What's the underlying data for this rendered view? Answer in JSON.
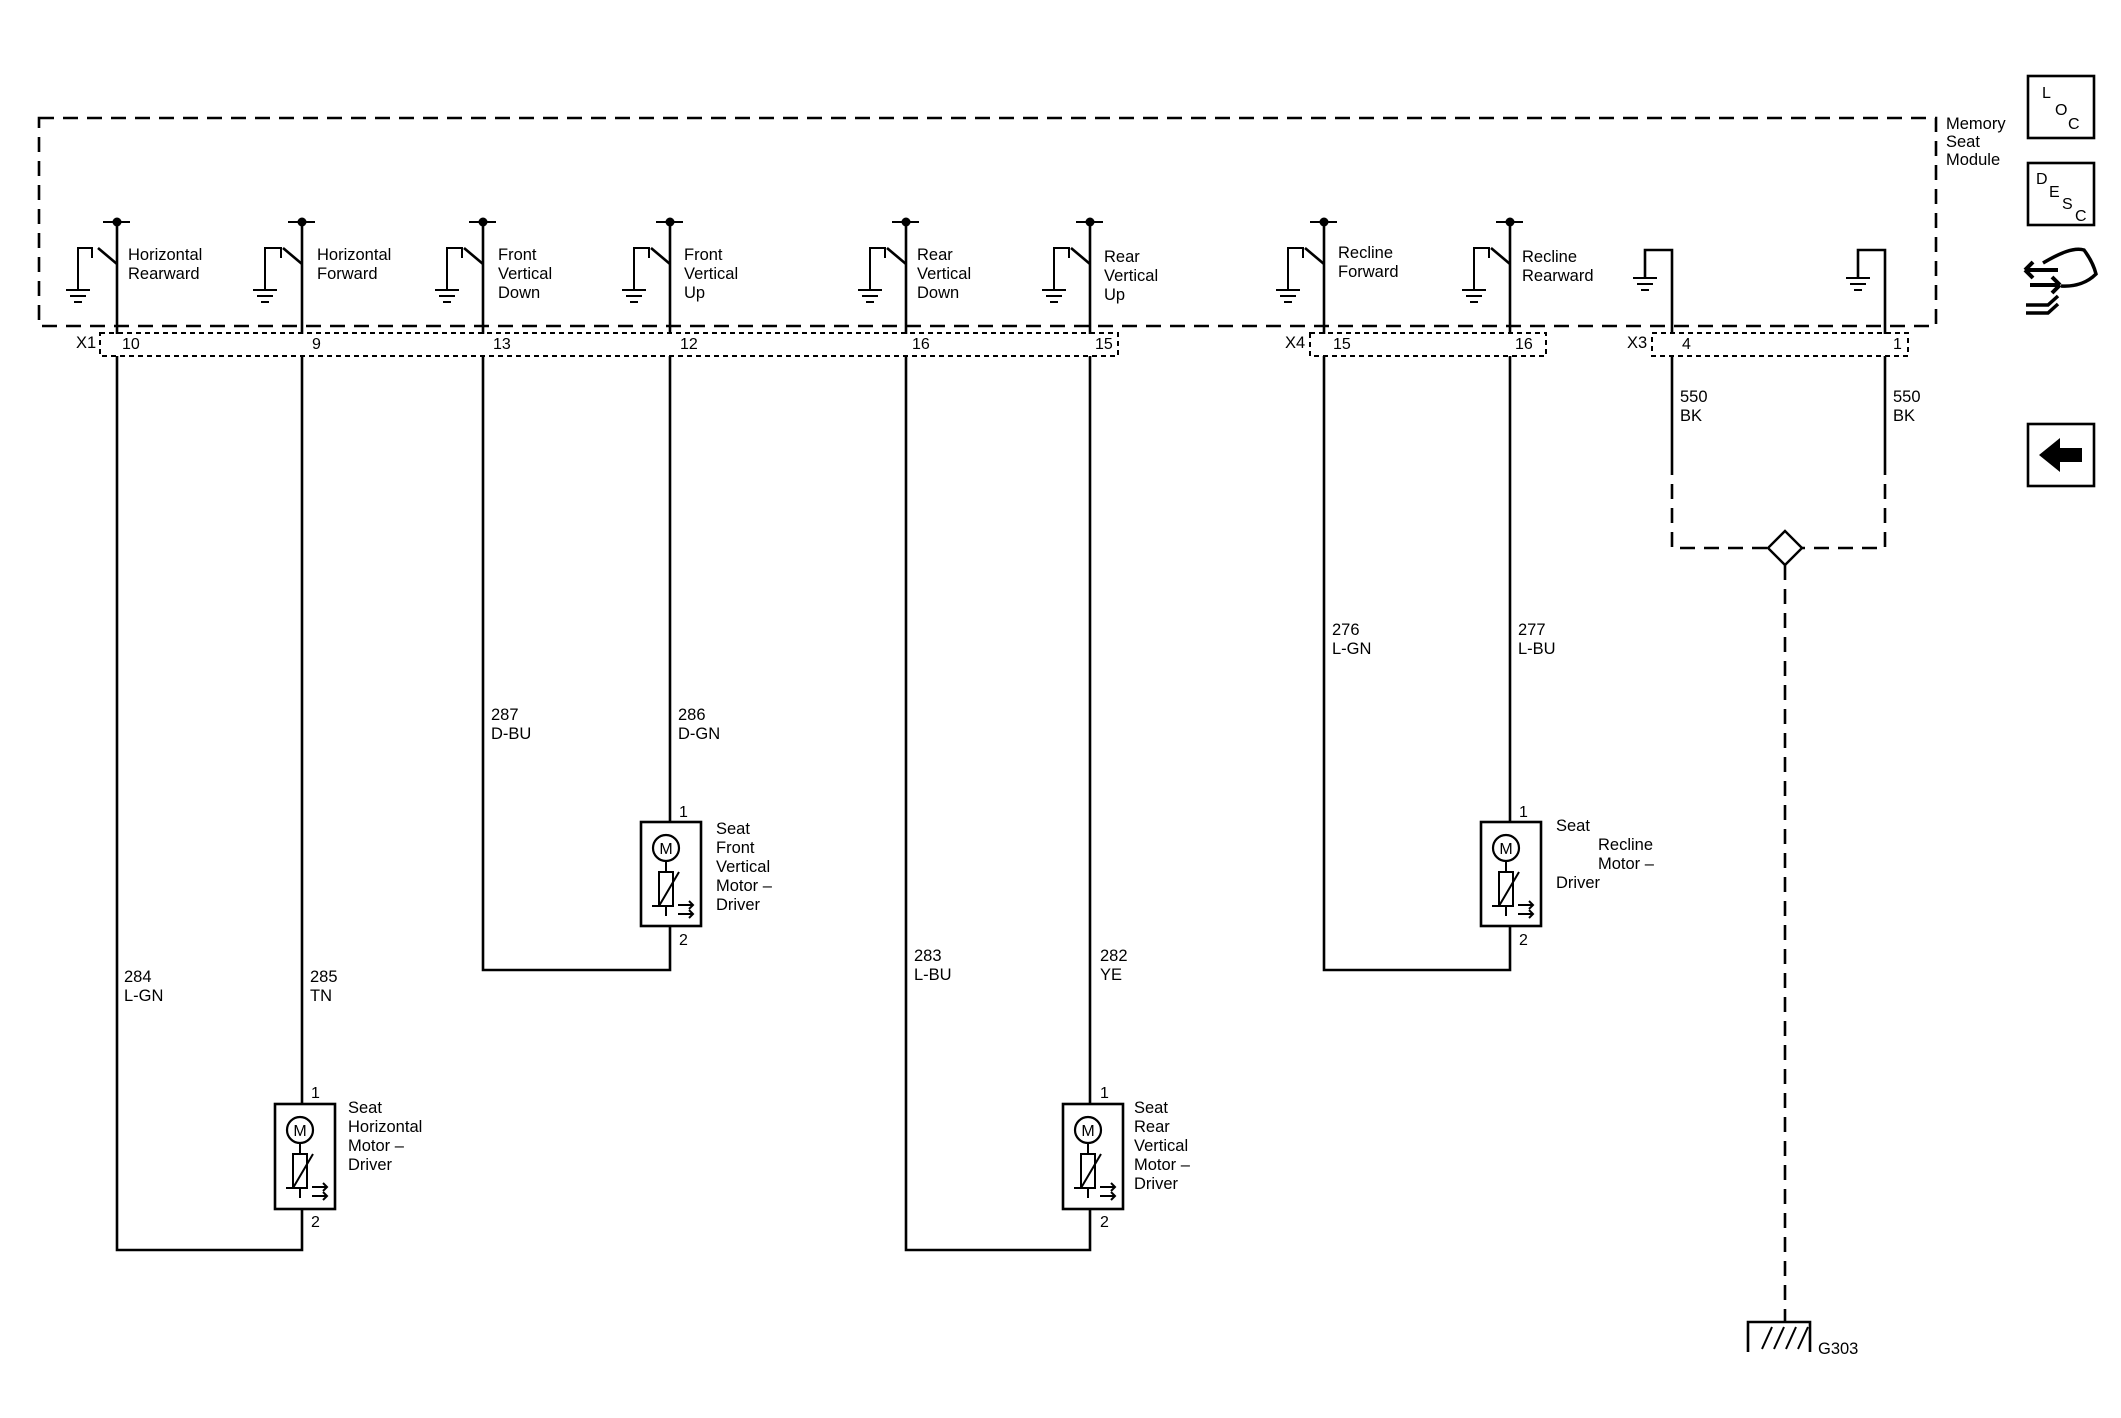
{
  "module": {
    "label_lines": [
      "Memory",
      "Seat",
      "Module"
    ]
  },
  "connectors": {
    "x1": "X1",
    "x4": "X4",
    "x3": "X3"
  },
  "switches": [
    {
      "lines": [
        "Horizontal",
        "Rearward"
      ],
      "pin": "10"
    },
    {
      "lines": [
        "Horizontal",
        "Forward"
      ],
      "pin": "9"
    },
    {
      "lines": [
        "Front",
        "Vertical",
        "Down"
      ],
      "pin": "13"
    },
    {
      "lines": [
        "Front",
        "Vertical",
        "Up"
      ],
      "pin": "12"
    },
    {
      "lines": [
        "Rear",
        "Vertical",
        "Down"
      ],
      "pin": "16"
    },
    {
      "lines": [
        "Rear",
        "Vertical",
        "Up"
      ],
      "pin": "15"
    },
    {
      "lines": [
        "Recline",
        "Forward"
      ],
      "pin": "15"
    },
    {
      "lines": [
        "Recline",
        "Rearward"
      ],
      "pin": "16"
    }
  ],
  "ground_pins": [
    "4",
    "1"
  ],
  "wires": [
    {
      "circuit": "284",
      "color": "L-GN"
    },
    {
      "circuit": "285",
      "color": "TN"
    },
    {
      "circuit": "287",
      "color": "D-BU"
    },
    {
      "circuit": "286",
      "color": "D-GN"
    },
    {
      "circuit": "283",
      "color": "L-BU"
    },
    {
      "circuit": "282",
      "color": "YE"
    },
    {
      "circuit": "276",
      "color": "L-GN"
    },
    {
      "circuit": "277",
      "color": "L-BU"
    },
    {
      "circuit": "550",
      "color": "BK"
    },
    {
      "circuit": "550",
      "color": "BK"
    }
  ],
  "motors": [
    {
      "lines": [
        "Seat",
        "Front",
        "Vertical",
        "Motor –",
        "Driver"
      ],
      "pin_top": "1",
      "pin_bottom": "2",
      "symbol": "M"
    },
    {
      "lines": [
        "Seat",
        "Recline",
        "Motor –",
        "Driver"
      ],
      "pin_top": "1",
      "pin_bottom": "2",
      "symbol": "M"
    },
    {
      "lines": [
        "Seat",
        "Horizontal",
        "Motor –",
        "Driver"
      ],
      "pin_top": "1",
      "pin_bottom": "2",
      "symbol": "M"
    },
    {
      "lines": [
        "Seat",
        "Rear",
        "Vertical",
        "Motor –",
        "Driver"
      ],
      "pin_top": "1",
      "pin_bottom": "2",
      "symbol": "M"
    }
  ],
  "ground": {
    "label": "G303"
  },
  "nav": {
    "loc": {
      "letters": [
        "L",
        "O",
        "C"
      ]
    },
    "desc": {
      "letters": [
        "D",
        "E",
        "S",
        "C"
      ]
    },
    "icons": [
      "harness-connector-icon",
      "back-arrow-icon"
    ]
  }
}
